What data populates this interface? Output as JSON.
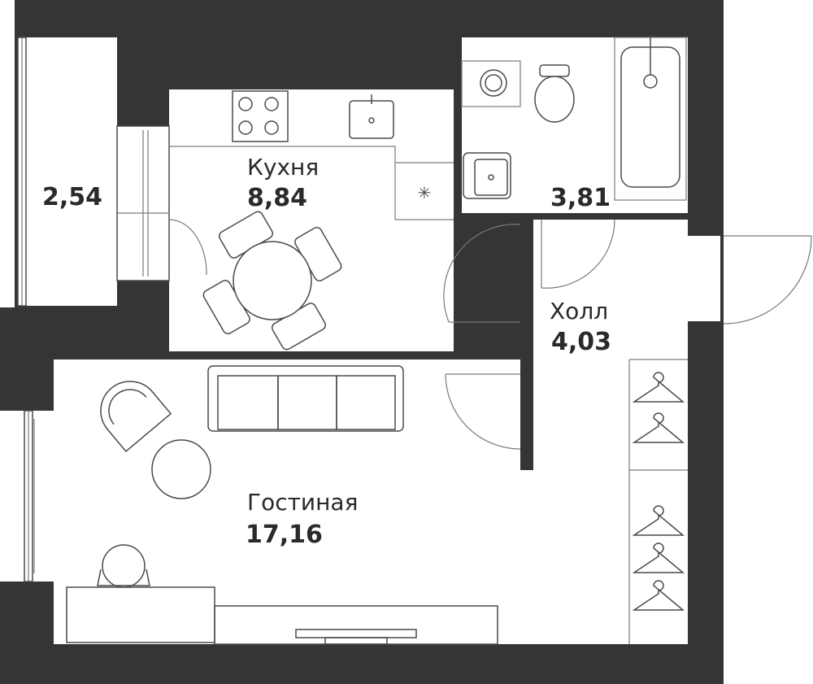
{
  "wall_color": "#353535",
  "rooms": {
    "balcony": {
      "area": "2,54"
    },
    "kitchen": {
      "name": "Кухня",
      "area": "8,84"
    },
    "bathroom": {
      "area": "3,81"
    },
    "hall": {
      "name": "Холл",
      "area": "4,03"
    },
    "living": {
      "name": "Гостиная",
      "area": "17,16"
    }
  }
}
